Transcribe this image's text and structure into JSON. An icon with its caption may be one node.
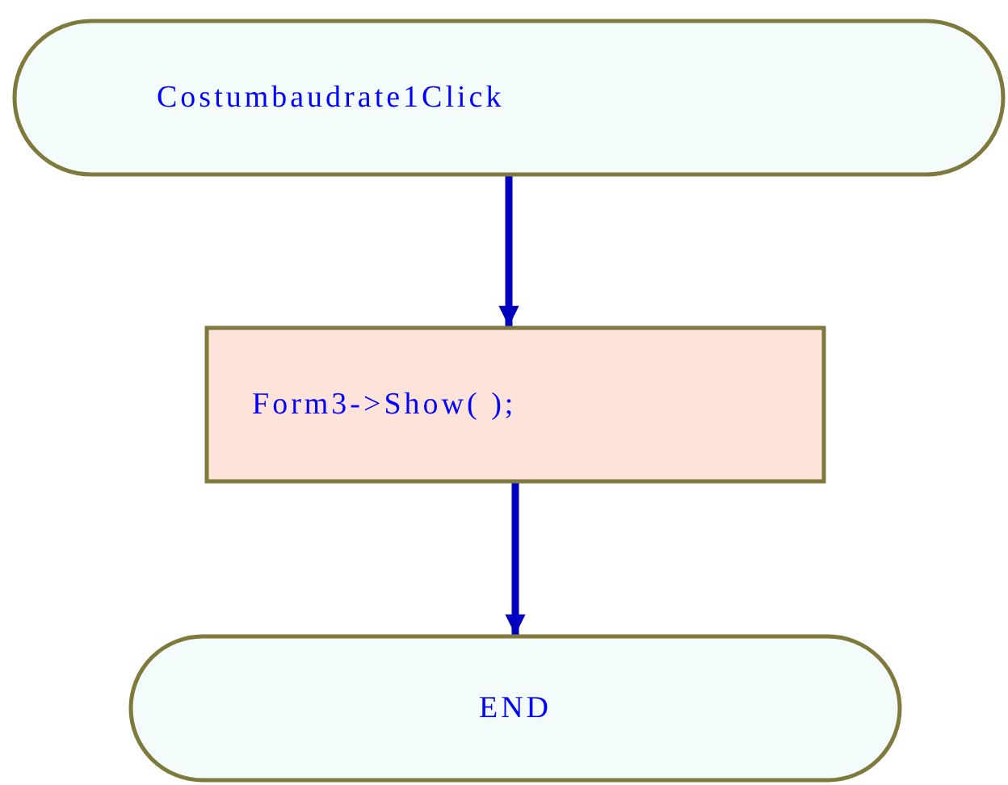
{
  "diagram": {
    "nodes": [
      {
        "text": [
          "Costumbaudrate1Click"
        ]
      },
      {
        "text": [
          "Form3->Show( );"
        ]
      },
      {
        "text": [
          "END"
        ]
      }
    ],
    "edges": [
      {
        "from": 0,
        "to": 1,
        "arrow": "to"
      },
      {
        "from": 1,
        "to": 2,
        "arrow": "to"
      }
    ]
  }
}
